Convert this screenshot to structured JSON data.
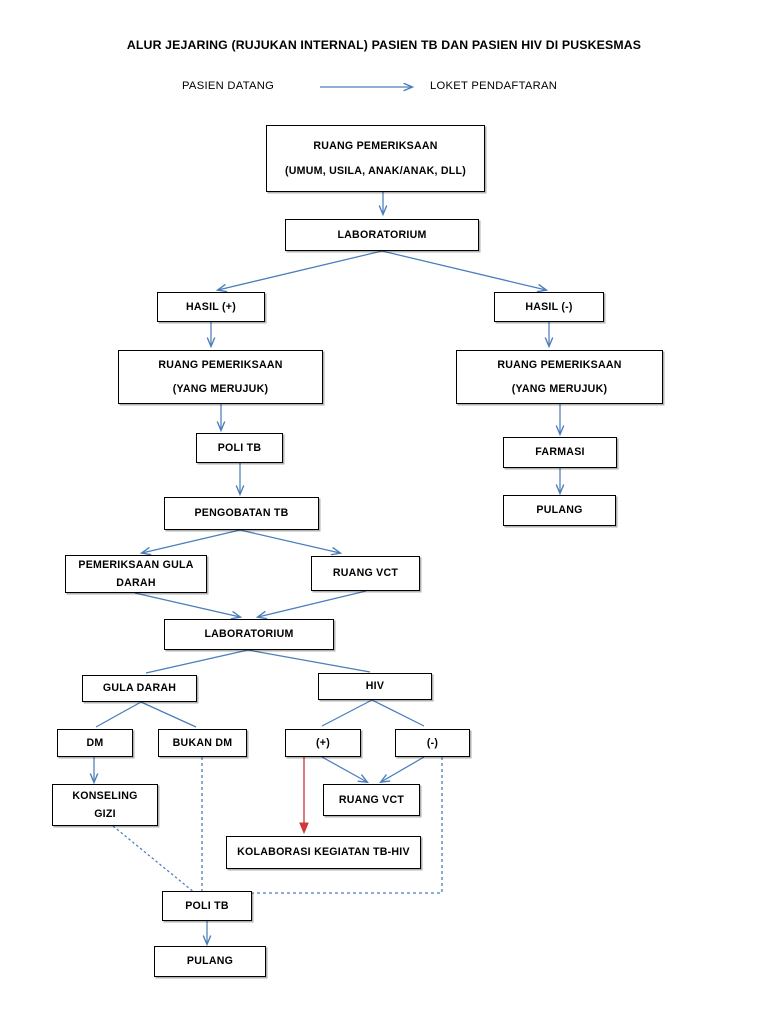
{
  "document": {
    "title": "ALUR JEJARING (RUJUKAN INTERNAL) PASIEN TB DAN PASIEN HIV DI PUSKESMAS"
  },
  "intro": {
    "source_label": "PASIEN DATANG",
    "target_label": "LOKET PENDAFTARAN"
  },
  "colors": {
    "arrow_blue": "#4a7ebb",
    "arrow_red": "#d0383e",
    "box_border": "#000000",
    "text": "#000000",
    "background": "#ffffff"
  },
  "nodes": [
    {
      "id": "ruang-pemeriksaan-utama",
      "line1": "RUANG PEMERIKSAAN",
      "line2": "(UMUM, USILA, ANAK/ANAK, DLL)"
    },
    {
      "id": "laboratorium-1",
      "line1": "LABORATORIUM",
      "line2": ""
    },
    {
      "id": "hasil-positif",
      "line1": "HASIL (+)",
      "line2": ""
    },
    {
      "id": "hasil-negatif",
      "line1": "HASIL (-)",
      "line2": ""
    },
    {
      "id": "ruang-pemeriksaan-rujuk-kiri",
      "line1": "RUANG PEMERIKSAAN",
      "line2": "(YANG MERUJUK)"
    },
    {
      "id": "ruang-pemeriksaan-rujuk-kanan",
      "line1": "RUANG PEMERIKSAAN",
      "line2": "(YANG MERUJUK)"
    },
    {
      "id": "poli-tb-atas",
      "line1": "POLI TB",
      "line2": ""
    },
    {
      "id": "farmasi",
      "line1": "FARMASI",
      "line2": ""
    },
    {
      "id": "pengobatan-tb",
      "line1": "PENGOBATAN TB",
      "line2": ""
    },
    {
      "id": "pulang-kanan",
      "line1": "PULANG",
      "line2": ""
    },
    {
      "id": "pemeriksaan-gula-darah",
      "line1": "PEMERIKSAAN GULA",
      "line2": "DARAH"
    },
    {
      "id": "ruang-vct-atas",
      "line1": "RUANG VCT",
      "line2": ""
    },
    {
      "id": "laboratorium-2",
      "line1": "LABORATORIUM",
      "line2": ""
    },
    {
      "id": "gula-darah",
      "line1": "GULA DARAH",
      "line2": ""
    },
    {
      "id": "hiv",
      "line1": "HIV",
      "line2": ""
    },
    {
      "id": "dm",
      "line1": "DM",
      "line2": ""
    },
    {
      "id": "bukan-dm",
      "line1": "BUKAN DM",
      "line2": ""
    },
    {
      "id": "hiv-positif",
      "line1": "(+)",
      "line2": ""
    },
    {
      "id": "hiv-negatif",
      "line1": "(-)",
      "line2": ""
    },
    {
      "id": "konseling-gizi",
      "line1": "KONSELING",
      "line2": "GIZI"
    },
    {
      "id": "ruang-vct-bawah",
      "line1": "RUANG VCT",
      "line2": ""
    },
    {
      "id": "kolaborasi-tb-hiv",
      "line1": "KOLABORASI KEGIATAN TB-HIV",
      "line2": ""
    },
    {
      "id": "poli-tb-bawah",
      "line1": "POLI TB",
      "line2": ""
    },
    {
      "id": "pulang-bawah",
      "line1": "PULANG",
      "line2": ""
    }
  ]
}
